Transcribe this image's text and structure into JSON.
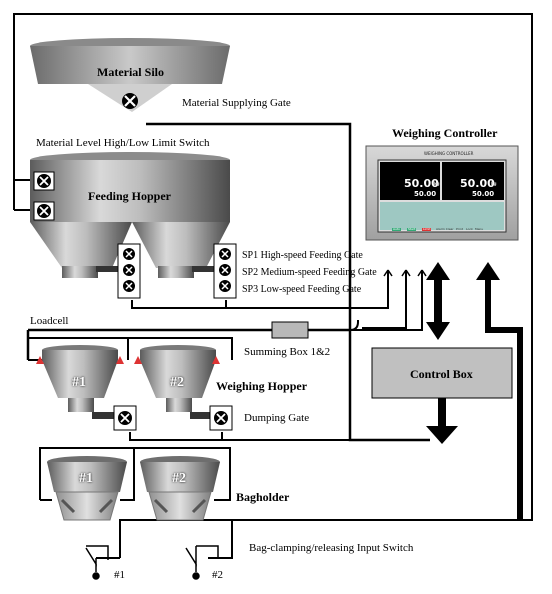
{
  "labels": {
    "material_silo": "Material Silo",
    "material_supplying_gate": "Material Supplying Gate",
    "level_switch": "Material Level High/Low Limit Switch",
    "feeding_hopper": "Feeding Hopper",
    "sp1": "SP1 High-speed Feeding Gate",
    "sp2": "SP2 Medium-speed Feeding Gate",
    "sp3": "SP3 Low-speed Feeding Gate",
    "loadcell": "Loadcell",
    "summing_box": "Summing Box 1&2",
    "weighing_hopper": "Weighing Hopper",
    "dumping_gate": "Dumping Gate",
    "bagholder": "Bagholder",
    "weighing_controller": "Weighing Controller",
    "control_box": "Control Box",
    "bag_switch": "Bag-clamping/releasing Input Switch",
    "hopper1": "#1",
    "hopper2": "#2",
    "bag1": "#1",
    "bag2": "#2",
    "switch1": "#1",
    "switch2": "#2"
  },
  "controller": {
    "header": "WEIGHING CONTROLLER",
    "display1_main": "50.00",
    "display1_unit": "kg",
    "display1_sub": "50.00",
    "display2_main": "50.00",
    "display2_unit": "kg",
    "display2_sub": "50.00",
    "btn_auto": "Auto",
    "btn_start": "Start",
    "btn_limit": "Limit",
    "btn_a": "Alarm Clear",
    "btn_b": "Print",
    "btn_c": "Lock",
    "btn_d": "Menu"
  }
}
